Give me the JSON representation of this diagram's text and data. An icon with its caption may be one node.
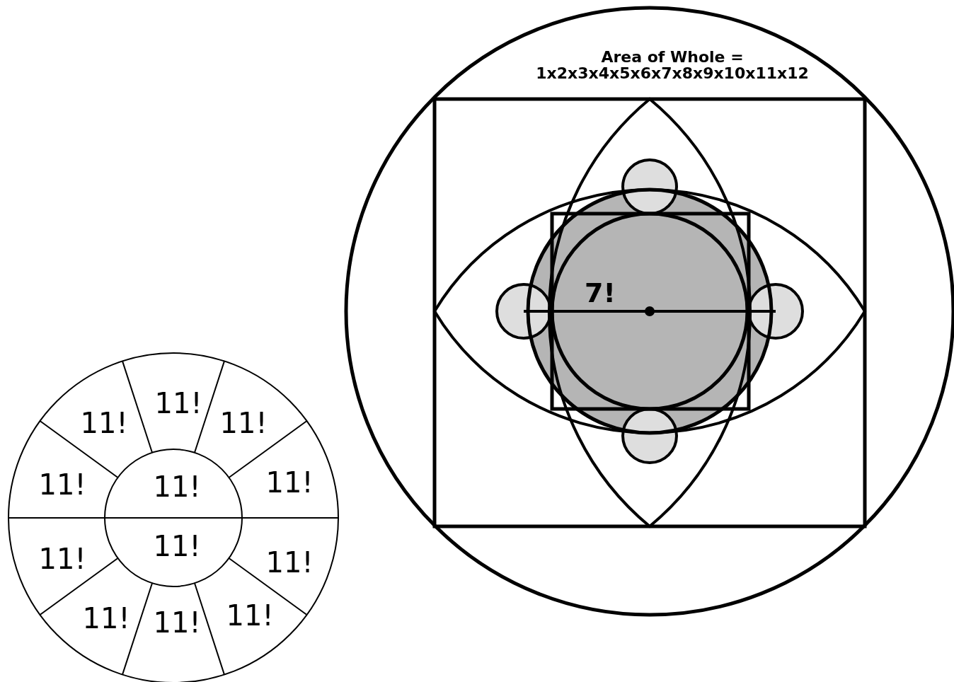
{
  "diagram": {
    "labels": [
      "Area of Whole = 1x2x3x4x5x6x7x8x9x10x11x12",
      "7!",
      "11!",
      "11!",
      "11!",
      "11!",
      "11!",
      "11!",
      "11!",
      "11!",
      "11!",
      "11!",
      "11!",
      "11!"
    ]
  }
}
